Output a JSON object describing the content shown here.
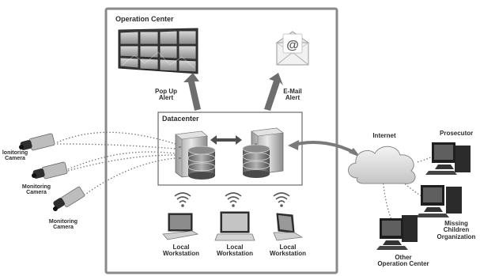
{
  "operation_center": {
    "title": "Operation Center"
  },
  "alerts": {
    "popup": "Pop Up\nAlert",
    "email": "E-Mail\nAlert",
    "email_symbol": "@"
  },
  "datacenter": {
    "title": "Datacenter"
  },
  "cameras": [
    {
      "label": "lonitoring\nCamera",
      "icon": "surveillance-camera-icon"
    },
    {
      "label": "Monitoring\nCamera",
      "icon": "surveillance-camera-icon"
    },
    {
      "label": "Monitoring\nCamera",
      "icon": "surveillance-camera-icon"
    }
  ],
  "workstations": [
    {
      "label": "Local\nWorkstation",
      "icon": "laptop-icon"
    },
    {
      "label": "Local\nWorkstation",
      "icon": "laptop-icon"
    },
    {
      "label": "Local\nWorkstation",
      "icon": "laptop-icon"
    }
  ],
  "internet": {
    "label": "Internet",
    "icon": "cloud-icon"
  },
  "remote_sites": [
    {
      "label": "Prosecutor",
      "icon": "desktop-computer-icon"
    },
    {
      "label": "Missing\nChildren\nOrganization",
      "icon": "desktop-computer-icon"
    },
    {
      "label": "Other\nOperation Center",
      "icon": "desktop-computer-icon"
    }
  ],
  "colors": {
    "frame": "#8a8a8a",
    "arrow": "#6e6e6e",
    "text": "#2c2c2c",
    "link": "#777777"
  }
}
